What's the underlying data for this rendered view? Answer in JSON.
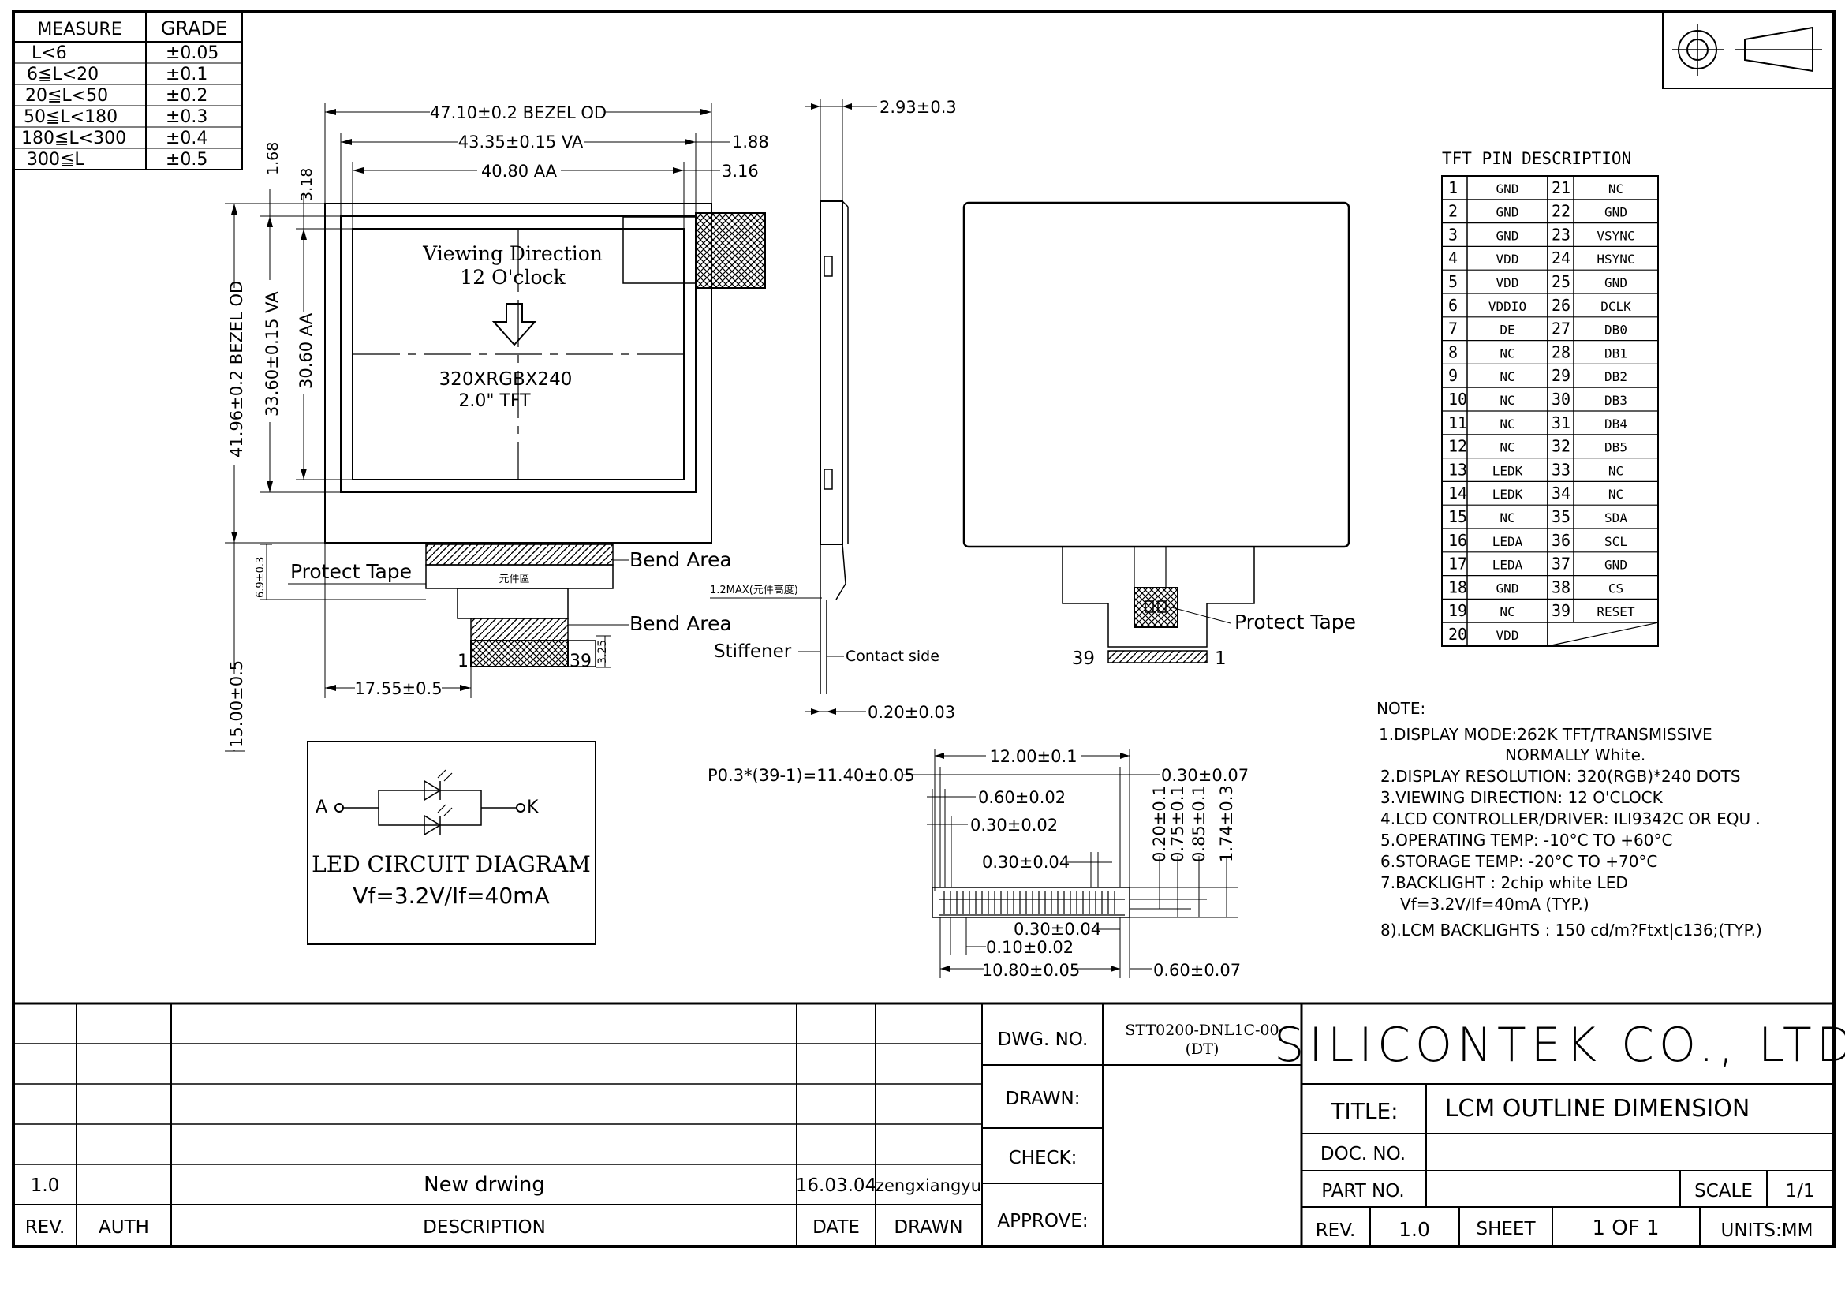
{
  "tolerance_table": {
    "header": [
      "MEASURE",
      "GRADE"
    ],
    "rows": [
      [
        "L<6",
        "±0.05"
      ],
      [
        "6≦L<20",
        "±0.1"
      ],
      [
        "20≦L<50",
        "±0.2"
      ],
      [
        "50≦L<180",
        "±0.3"
      ],
      [
        "180≦L<300",
        "±0.4"
      ],
      [
        "300≦L",
        "±0.5"
      ]
    ]
  },
  "front_view": {
    "bezel_od_w": "47.10±0.2 BEZEL OD",
    "va_w": "43.35±0.15 VA",
    "aa_w": "40.80 AA",
    "d_188": "1.88",
    "d_316": "3.16",
    "d_168": "1.68",
    "d_318": "3.18",
    "bezel_od_h": "41.96±0.2 BEZEL OD",
    "va_h": "33.60±0.15 VA",
    "aa_h": "30.60 AA",
    "viewing_1": "Viewing Direction",
    "viewing_2": "12 O'clock",
    "resolution": "320XRGBX240",
    "size": "2.0\" TFT",
    "protect_tape": "Protect Tape",
    "component_area": "元件區",
    "bend_area_1": "Bend Area",
    "bend_area_2": "Bend Area",
    "d_69": "6.9±0.3",
    "pin_first": "1",
    "pin_last": "39",
    "d_325": "3.25",
    "d_1755": "17.55±0.5",
    "d_1500": "15.00±0.5"
  },
  "side_view": {
    "thickness": "2.93±0.3",
    "max_height": "1.2MAX(元件高度)",
    "stiffener": "Stiffener",
    "contact_side": "Contact side",
    "fpc_thickness": "0.20±0.03"
  },
  "back_view": {
    "protect_tape": "Protect Tape",
    "pin_first": "1",
    "pin_last": "39"
  },
  "led_circuit": {
    "anode": "A",
    "cathode": "K",
    "title": "LED CIRCUIT DIAGRAM",
    "spec": "Vf=3.2V/If=40mA"
  },
  "connector_detail": {
    "pitch": "P0.3*(39-1)=11.40±0.05",
    "width": "12.00±0.1",
    "d_030_top": "0.30±0.07",
    "d_060": "0.60±0.02",
    "d_030_002": "0.30±0.02",
    "d_030_004_a": "0.30±0.04",
    "d_020": "0.20±0.1",
    "d_075": "0.75±0.1",
    "d_085": "0.85±0.1",
    "d_174": "1.74±0.3",
    "d_030_004_b": "0.30±0.04",
    "d_010": "0.10±0.02",
    "d_1080": "10.80±0.05",
    "d_060_b": "0.60±0.07"
  },
  "pin_description": {
    "title": "TFT PIN DESCRIPTION",
    "pins": [
      [
        "1",
        "GND",
        "21",
        "NC"
      ],
      [
        "2",
        "GND",
        "22",
        "GND"
      ],
      [
        "3",
        "GND",
        "23",
        "VSYNC"
      ],
      [
        "4",
        "VDD",
        "24",
        "HSYNC"
      ],
      [
        "5",
        "VDD",
        "25",
        "GND"
      ],
      [
        "6",
        "VDDIO",
        "26",
        "DCLK"
      ],
      [
        "7",
        "DE",
        "27",
        "DB0"
      ],
      [
        "8",
        "NC",
        "28",
        "DB1"
      ],
      [
        "9",
        "NC",
        "29",
        "DB2"
      ],
      [
        "10",
        "NC",
        "30",
        "DB3"
      ],
      [
        "11",
        "NC",
        "31",
        "DB4"
      ],
      [
        "12",
        "NC",
        "32",
        "DB5"
      ],
      [
        "13",
        "LEDK",
        "33",
        "NC"
      ],
      [
        "14",
        "LEDK",
        "34",
        "NC"
      ],
      [
        "15",
        "NC",
        "35",
        "SDA"
      ],
      [
        "16",
        "LEDA",
        "36",
        "SCL"
      ],
      [
        "17",
        "LEDA",
        "37",
        "GND"
      ],
      [
        "18",
        "GND",
        "38",
        "CS"
      ],
      [
        "19",
        "NC",
        "39",
        "RESET"
      ],
      [
        "20",
        "VDD",
        "",
        ""
      ]
    ]
  },
  "notes": {
    "title": "NOTE:",
    "lines": [
      "1.DISPLAY MODE:262K TFT/TRANSMISSIVE",
      "NORMALLY White.",
      "2.DISPLAY RESOLUTION: 320(RGB)*240 DOTS",
      "3.VIEWING DIRECTION: 12 O'CLOCK",
      "4.LCD CONTROLLER/DRIVER: ILI9342C OR EQU .",
      "5.OPERATING TEMP: -10°C TO +60°C",
      "6.STORAGE TEMP: -20°C TO +70°C",
      "7.BACKLIGHT : 2chip white LED",
      "Vf=3.2V/If=40mA (TYP.)",
      "8).LCM BACKLIGHTS : 150 cd/m?Ftxt|c136;(TYP.)"
    ]
  },
  "title_block": {
    "rev_header": "REV.",
    "auth_header": "AUTH",
    "desc_header": "DESCRIPTION",
    "date_header": "DATE",
    "drawn_header": "DRAWN",
    "rev_row": {
      "rev": "1.0",
      "desc": "New drwing",
      "date": "16.03.04",
      "drawn": "zengxiangyu"
    },
    "dwg_no_label": "DWG. NO.",
    "dwg_no_1": "STT0200-DNL1C-00",
    "dwg_no_2": "(DT)",
    "drawn_label": "DRAWN:",
    "check_label": "CHECK:",
    "approve_label": "APPROVE:",
    "company": "SILICONTEK CO., LTD",
    "title_label": "TITLE:",
    "title_value": "LCM OUTLINE DIMENSION",
    "doc_no_label": "DOC. NO.",
    "part_no_label": "PART NO.",
    "scale_label": "SCALE",
    "scale_value": "1/1",
    "rev_label": "REV.",
    "rev_value": "1.0",
    "sheet_label": "SHEET",
    "sheet_value": "1 OF 1",
    "units": "UNITS:MM"
  }
}
